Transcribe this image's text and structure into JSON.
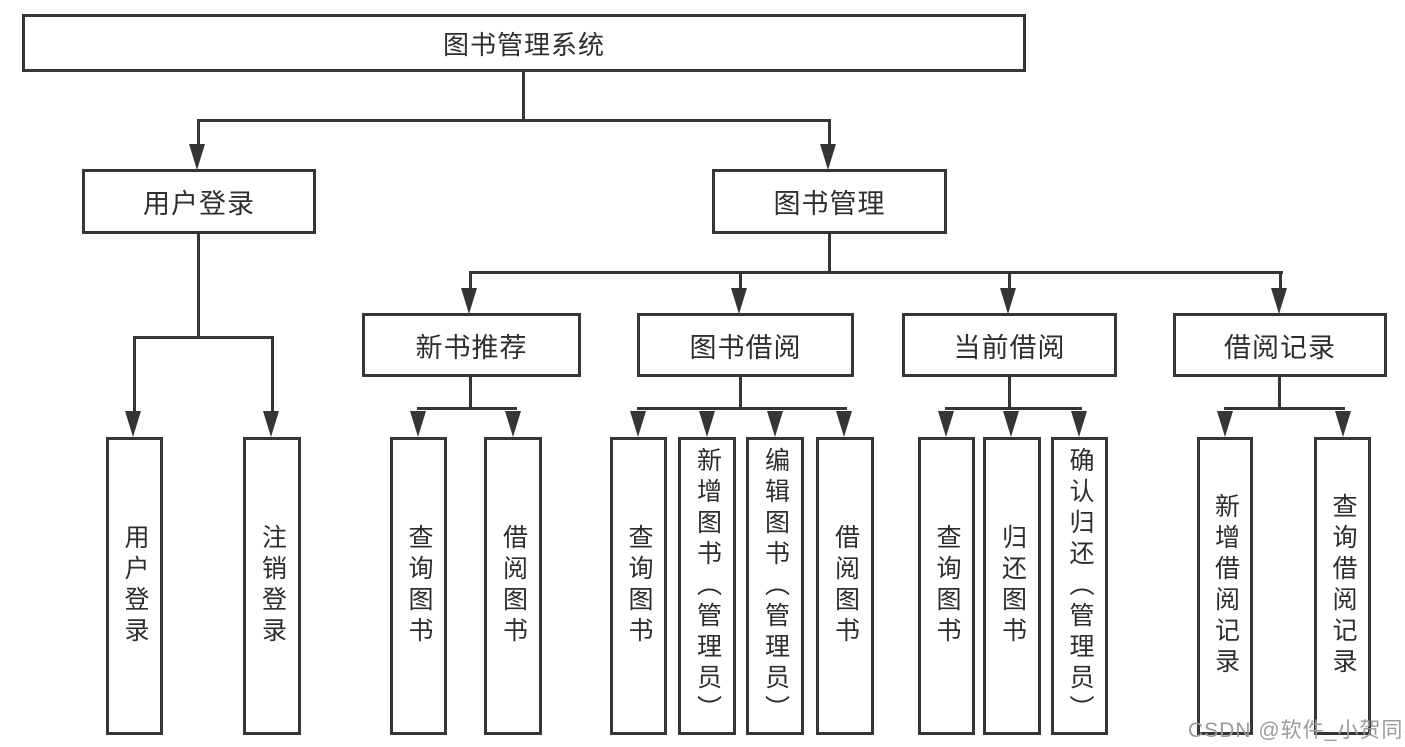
{
  "diagram": {
    "root": {
      "label": "图书管理系统"
    },
    "level2": [
      {
        "label": "用户登录"
      },
      {
        "label": "图书管理"
      }
    ],
    "level3": [
      {
        "label": "新书推荐",
        "parent": "图书管理"
      },
      {
        "label": "图书借阅",
        "parent": "图书管理"
      },
      {
        "label": "当前借阅",
        "parent": "图书管理"
      },
      {
        "label": "借阅记录",
        "parent": "图书管理"
      }
    ],
    "leaves": [
      {
        "label": "用户登录",
        "parent": "用户登录"
      },
      {
        "label": "注销登录",
        "parent": "用户登录"
      },
      {
        "label": "查询图书",
        "parent": "新书推荐"
      },
      {
        "label": "借阅图书",
        "parent": "新书推荐"
      },
      {
        "label": "查询图书",
        "parent": "图书借阅"
      },
      {
        "label": "新增图书（管理员）",
        "parent": "图书借阅"
      },
      {
        "label": "编辑图书（管理员）",
        "parent": "图书借阅"
      },
      {
        "label": "借阅图书",
        "parent": "图书借阅"
      },
      {
        "label": "查询图书",
        "parent": "当前借阅"
      },
      {
        "label": "归还图书",
        "parent": "当前借阅"
      },
      {
        "label": "确认归还（管理员）",
        "parent": "当前借阅"
      },
      {
        "label": "新增借阅记录",
        "parent": "借阅记录"
      },
      {
        "label": "查询借阅记录",
        "parent": "借阅记录"
      }
    ],
    "watermark": "CSDN @软件_小贺同学",
    "colors": {
      "line": "#353535",
      "text": "#2e2e2e",
      "watermark": "#9b9b9b",
      "background": "#ffffff"
    }
  }
}
